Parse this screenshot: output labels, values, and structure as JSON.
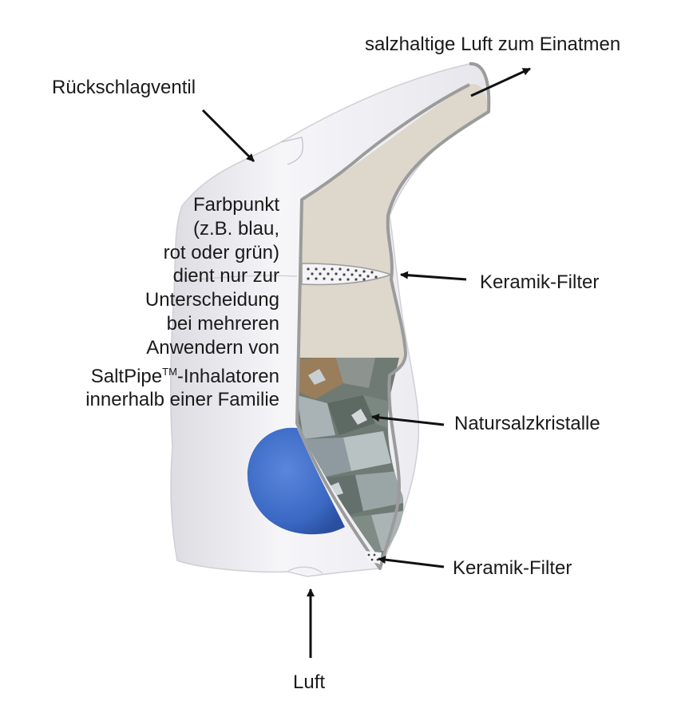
{
  "labels": {
    "outlet": "salzhaltige Luft zum Einatmen",
    "valve": "Rückschlagventil",
    "filter_top": "Keramik-Filter",
    "crystals": "Natursalzkristalle",
    "filter_bottom": "Keramik-Filter",
    "air": "Luft"
  },
  "dot_note": {
    "lines": [
      "Farbpunkt",
      "(z.B. blau,",
      "rot oder grün)",
      "dient nur zur",
      "Unterscheidung",
      "bei mehreren",
      "Anwendern von"
    ],
    "brand": "SaltPipe",
    "trademark": "TM",
    "brand_suffix": "-Inhalatoren",
    "last_line": "innerhalb einer Familie"
  },
  "colors": {
    "body": "#ececf0",
    "chamber": "#ddd7cc",
    "outline": "#9b9b9b",
    "dot": "#3a68c2",
    "salt": "#6f7a74"
  }
}
